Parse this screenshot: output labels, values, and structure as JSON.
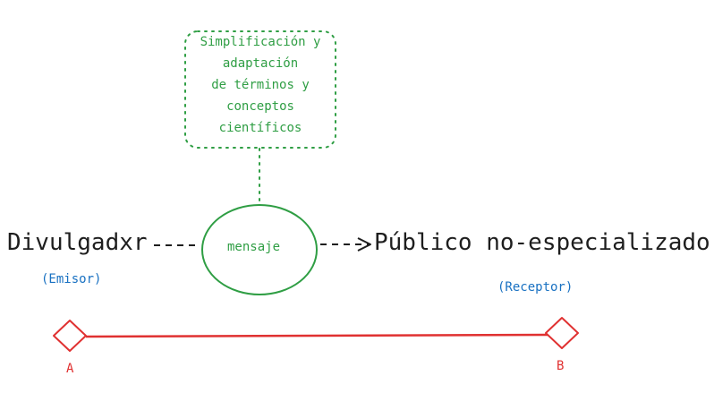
{
  "note": {
    "lines": [
      "Simplificación y",
      "adaptación",
      "de términos y",
      "conceptos",
      "científicos"
    ]
  },
  "sender": {
    "label": "Divulgadxr",
    "role": "(Emisor)"
  },
  "message": {
    "label": "mensaje"
  },
  "receiver": {
    "label": "Público no-especializado",
    "role": "(Receptor)"
  },
  "scale": {
    "a_label": "A",
    "b_label": "B"
  },
  "colors": {
    "green": "#2f9e44",
    "blue": "#1971c2",
    "red": "#e03131",
    "ink": "#1e1e1e"
  }
}
